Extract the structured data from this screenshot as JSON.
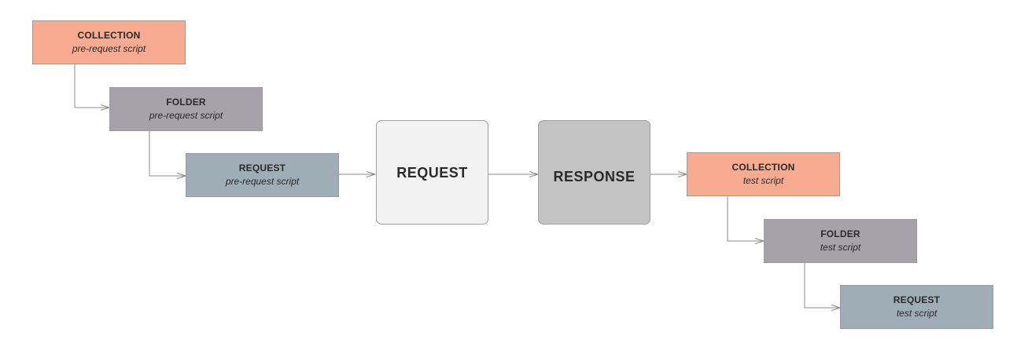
{
  "pre": {
    "collection": {
      "title": "COLLECTION",
      "subtitle": "pre-request script"
    },
    "folder": {
      "title": "FOLDER",
      "subtitle": "pre-request script"
    },
    "request": {
      "title": "REQUEST",
      "subtitle": "pre-request script"
    }
  },
  "main": {
    "request": {
      "title": "REQUEST"
    },
    "response": {
      "title": "RESPONSE"
    }
  },
  "post": {
    "collection": {
      "title": "COLLECTION",
      "subtitle": "test script"
    },
    "folder": {
      "title": "FOLDER",
      "subtitle": "test script"
    },
    "request": {
      "title": "REQUEST",
      "subtitle": "test script"
    }
  },
  "colors": {
    "collection": "#f7ab91",
    "folder": "#a5a2aa",
    "request": "#9fadb6",
    "main_request": "#f2f2f2",
    "main_response": "#c3c3c3",
    "connector": "#8c8c8c"
  }
}
